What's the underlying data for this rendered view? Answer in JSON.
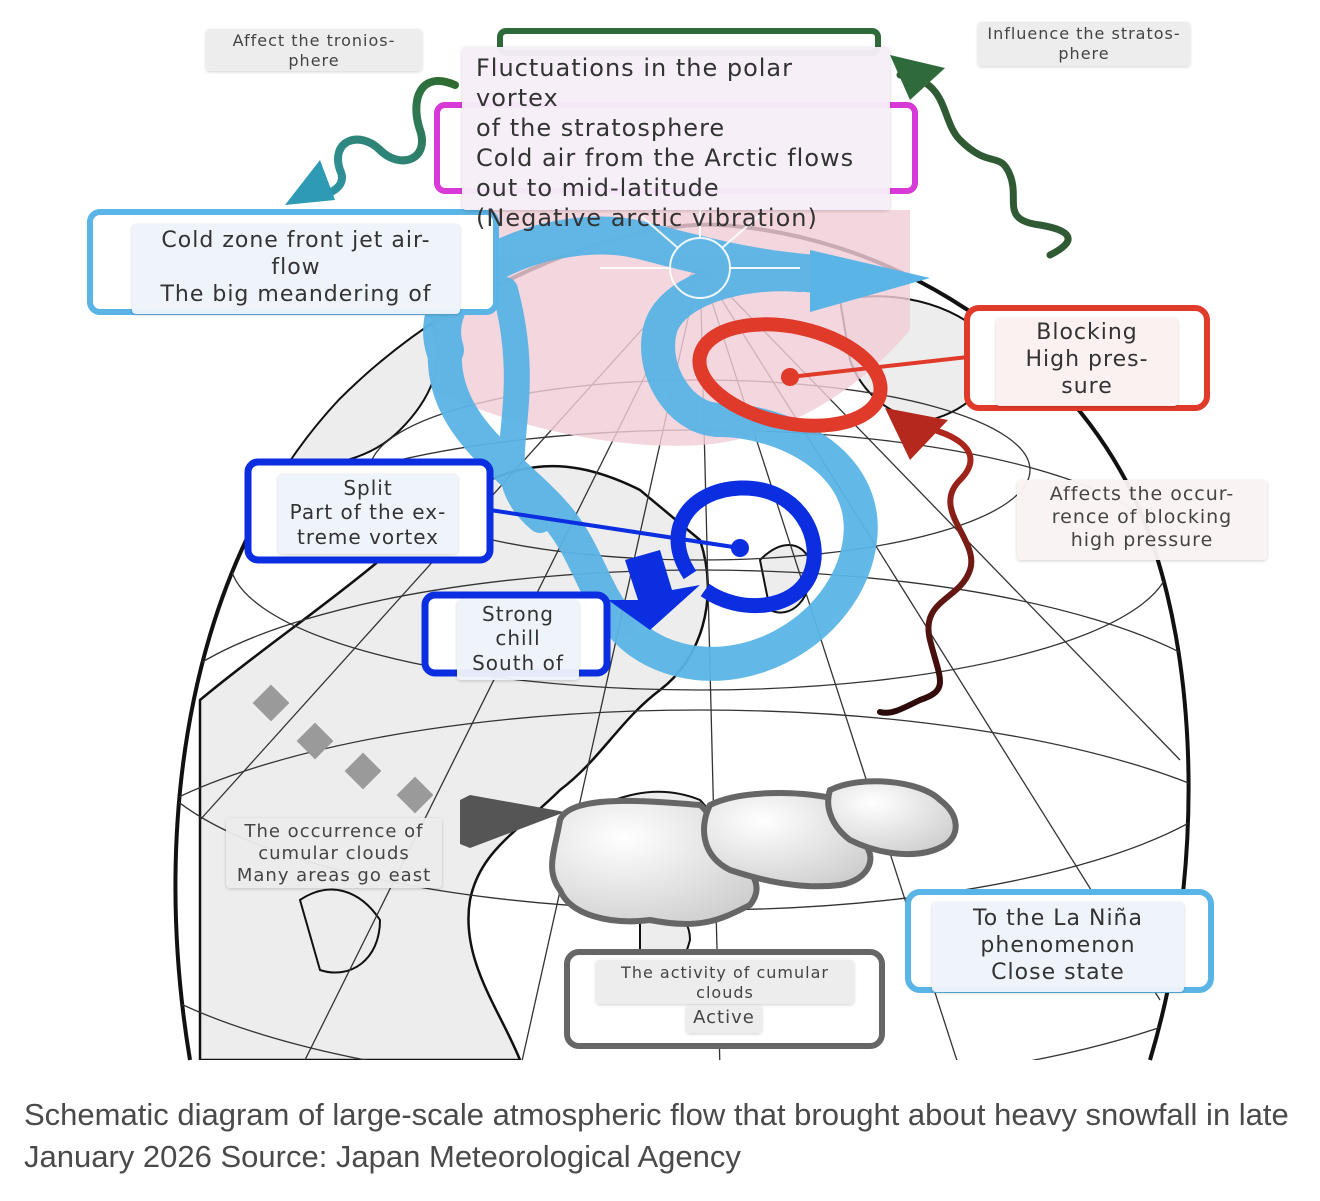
{
  "labels": {
    "affect_troposphere": "Affect the tronios-\nphere",
    "influence_stratosphere": "Influence the stratos-\nphere",
    "polar_vortex": "Fluctuations in the polar vortex\nof the stratosphere\nCold air from the Arctic flows\nout to mid-latitude\n(Negative arctic vibration)",
    "jet_airflow": "Cold zone front jet air-\nflow\nThe big meandering of",
    "blocking_high": "Blocking\nHigh pres-\nsure",
    "affects_blocking": "Affects the occur-\nrence of blocking\nhigh pressure",
    "split_vortex": "Split\nPart of the ex-\ntreme vortex",
    "strong_chill": "Strong\nchill\nSouth of",
    "cumular_occurrence": "The occurrence of\ncumular clouds\nMany areas go east",
    "la_nina": "To the La Niña\nphenomenon\nClose state",
    "cloud_activity": "The activity of cumular\nclouds",
    "active": "Active"
  },
  "caption": "Schematic diagram of large-scale atmospheric flow that brought about heavy snowfall in late January 2026 Source: Japan Meteorological Agency",
  "colors": {
    "jet_stream": "#5ab4e6",
    "polar_region": "#f2cdd8",
    "blocking_red": "#e03a2a",
    "vortex_blue": "#0a2ee0",
    "wave_green": "#2f6a3a",
    "wave_teal": "#2e8a9c",
    "wave_dark_red": "#8a1a1a",
    "magenta_box": "#d83ad8",
    "grey_box": "#666666"
  }
}
